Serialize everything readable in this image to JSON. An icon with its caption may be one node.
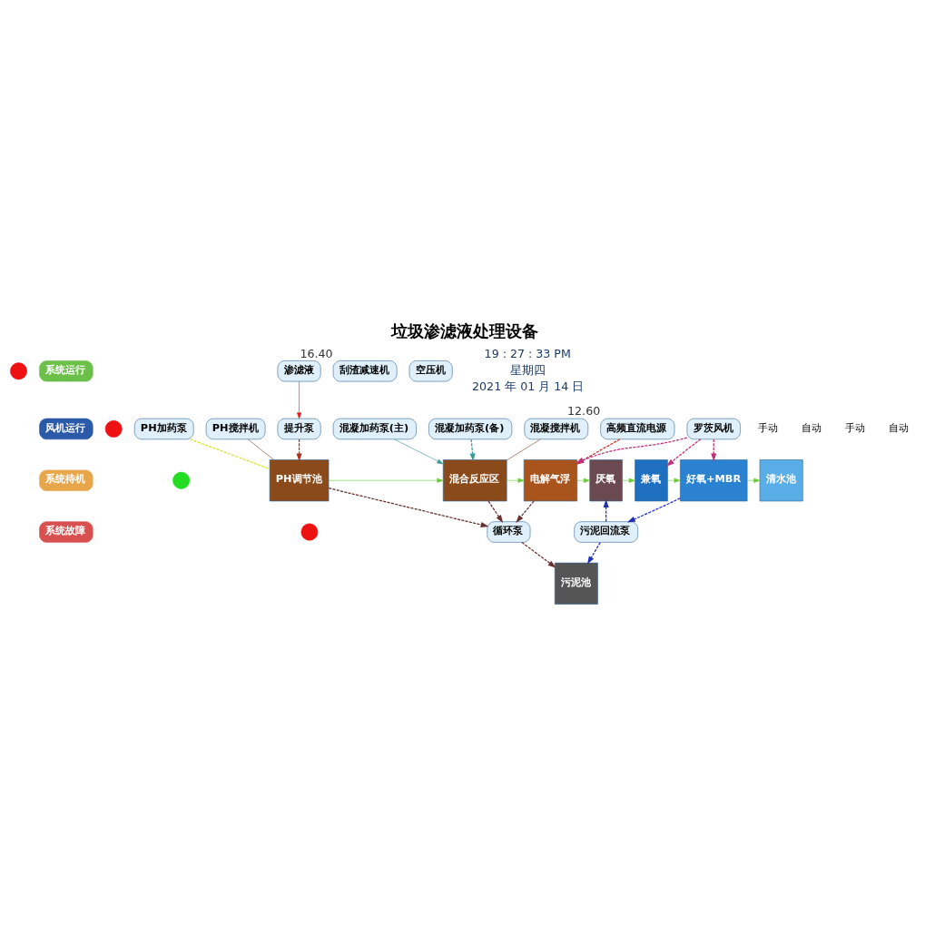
{
  "diagram": {
    "title": "垃圾渗滤液处理设备",
    "nodes": [
      {
        "text": [],
        "shape": "circle"
      },
      {
        "text": [
          "系统运行"
        ]
      },
      {
        "text": [],
        "shape": "circle"
      },
      {
        "text": [
          "风机运行"
        ]
      },
      {
        "text": [],
        "shape": "circle"
      },
      {
        "text": [
          "系统待机"
        ]
      },
      {
        "text": [],
        "shape": "circle"
      },
      {
        "text": [
          "系统故障"
        ]
      },
      {
        "text": [
          "PH加药泵"
        ]
      },
      {
        "text": [
          "混凝加药泵(主)"
        ]
      },
      {
        "text": [
          "混凝加药泵(备)"
        ]
      },
      {
        "text": [
          "高频直流电源"
        ],
        "beside": [
          "12.60"
        ]
      },
      {
        "text": [
          "刮渣减速机"
        ],
        "beside": [
          "16.40"
        ]
      },
      {
        "text": [
          "罗茨风机"
        ]
      },
      {
        "text": [
          "PH搅拌机"
        ]
      },
      {
        "text": [
          "混凝搅拌机"
        ]
      },
      {
        "text": [
          "渗滤液"
        ]
      },
      {
        "text": [
          "提升泵"
        ]
      },
      {
        "text": [
          "PH调节池"
        ]
      },
      {
        "text": [
          "混合反应区"
        ]
      },
      {
        "text": [
          "电解气浮"
        ]
      },
      {
        "text": [
          "厌氧"
        ]
      },
      {
        "text": [
          "兼氧"
        ]
      },
      {
        "text": [
          "好氧+MBR"
        ]
      },
      {
        "text": [
          "清水池"
        ]
      },
      {
        "text": [
          "污泥回流泵"
        ]
      },
      {
        "text": [
          "循环泵"
        ]
      },
      {
        "text": [
          "污泥池"
        ]
      },
      {
        "text": [
          "空压机"
        ]
      }
    ],
    "edges": [
      {
        "from": 16,
        "to": 17,
        "arrow": "to",
        "color": "#dd2222"
      },
      {
        "from": 17,
        "to": 18,
        "arrow": "to",
        "style": "dashed",
        "color": "#b03020"
      },
      {
        "from": 8,
        "to": 18,
        "arrow": "none",
        "style": "dashed",
        "color": "#d8e040"
      },
      {
        "from": 9,
        "to": 19,
        "arrow": "to",
        "color": "#3a9a9a"
      },
      {
        "from": 10,
        "to": 19,
        "arrow": "to",
        "style": "dashed",
        "color": "#3a9a9a"
      },
      {
        "from": 14,
        "to": 18,
        "arrow": "none",
        "color": "#7a4a30"
      },
      {
        "from": 15,
        "to": 19,
        "arrow": "none",
        "color": "#7a4a30"
      },
      {
        "from": 11,
        "to": 20,
        "arrow": "to",
        "style": "dashed",
        "color": "#cc3322"
      },
      {
        "from": 13,
        "to": 20,
        "arrow": "to",
        "style": "dashed",
        "color": "#c0307a"
      },
      {
        "from": 13,
        "to": 22,
        "arrow": "to",
        "style": "dashed",
        "color": "#c0307a"
      },
      {
        "from": 13,
        "to": 23,
        "arrow": "to",
        "style": "dashed",
        "color": "#c0307a"
      },
      {
        "from": 18,
        "to": 19,
        "arrow": "to"
      },
      {
        "from": 19,
        "to": 20,
        "arrow": "to"
      },
      {
        "from": 20,
        "to": 21,
        "arrow": "to"
      },
      {
        "from": 21,
        "to": 22,
        "arrow": "to"
      },
      {
        "from": 22,
        "to": 23,
        "arrow": "to"
      },
      {
        "from": 23,
        "to": 24,
        "arrow": "to"
      },
      {
        "from": 18,
        "to": 26,
        "arrow": "to",
        "style": "dashed",
        "color": "#6a3030"
      },
      {
        "from": 19,
        "to": 26,
        "arrow": "to",
        "style": "dashed",
        "color": "#6a3030"
      },
      {
        "from": 20,
        "to": 26,
        "arrow": "to",
        "style": "dashed",
        "color": "#6a3030"
      },
      {
        "from": 26,
        "to": 27,
        "arrow": "to",
        "style": "dashed",
        "color": "#6a3030"
      },
      {
        "from": 23,
        "to": 25,
        "arrow": "to",
        "style": "dashed",
        "color": "#2030b0"
      },
      {
        "from": 25,
        "to": 21,
        "arrow": "to",
        "style": "dashed",
        "color": "#2030b0"
      },
      {
        "from": 25,
        "to": 27,
        "arrow": "to",
        "style": "dashed",
        "color": "#2030b0"
      }
    ],
    "labels": [
      "19 : 27 : 33 PM",
      "星期四",
      "2021 年 01 月 14 日",
      "手动",
      "自动",
      "手动",
      "自动"
    ]
  }
}
